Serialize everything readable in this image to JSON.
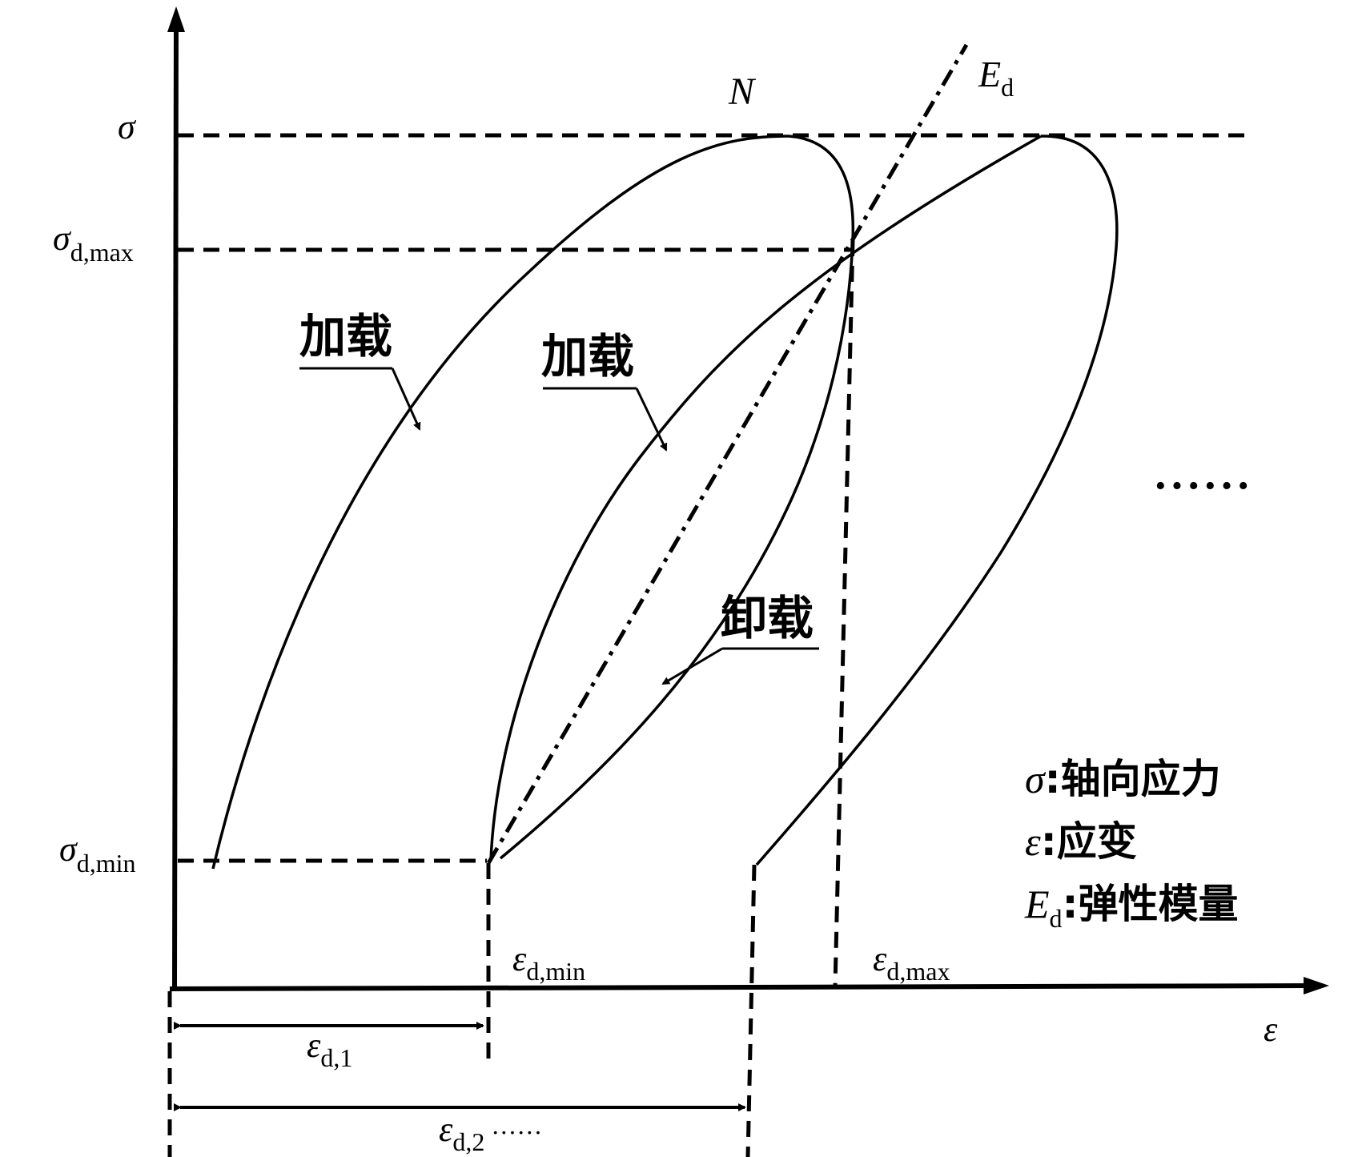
{
  "axes": {
    "y_label": "σ",
    "x_label": "ε"
  },
  "stress_levels": {
    "sigma": "σ",
    "sigma_d_max": {
      "main": "σ",
      "sub": "d,max"
    },
    "sigma_d_min": {
      "main": "σ",
      "sub": "d,min"
    }
  },
  "strain_levels": {
    "eps_d_min": {
      "main": "ε",
      "sub": "d,min"
    },
    "eps_d_max": {
      "main": "ε",
      "sub": "d,max"
    },
    "eps_d_1": {
      "main": "ε",
      "sub": "d,1"
    },
    "eps_d_2": {
      "main": "ε",
      "sub": "d,2",
      "suffix": " ······"
    }
  },
  "curve_labels": {
    "N": "N",
    "Ed": {
      "main": "E",
      "sub": "d"
    },
    "loading_1": "加载",
    "loading_2": "加载",
    "unloading": "卸载",
    "continuation": "······"
  },
  "legend": [
    {
      "symbol": "σ",
      "sub": "",
      "text": ":轴向应力"
    },
    {
      "symbol": "ε",
      "sub": "",
      "text": ":应变"
    },
    {
      "symbol": "E",
      "sub": "d",
      "text": ":弹性模量"
    }
  ]
}
